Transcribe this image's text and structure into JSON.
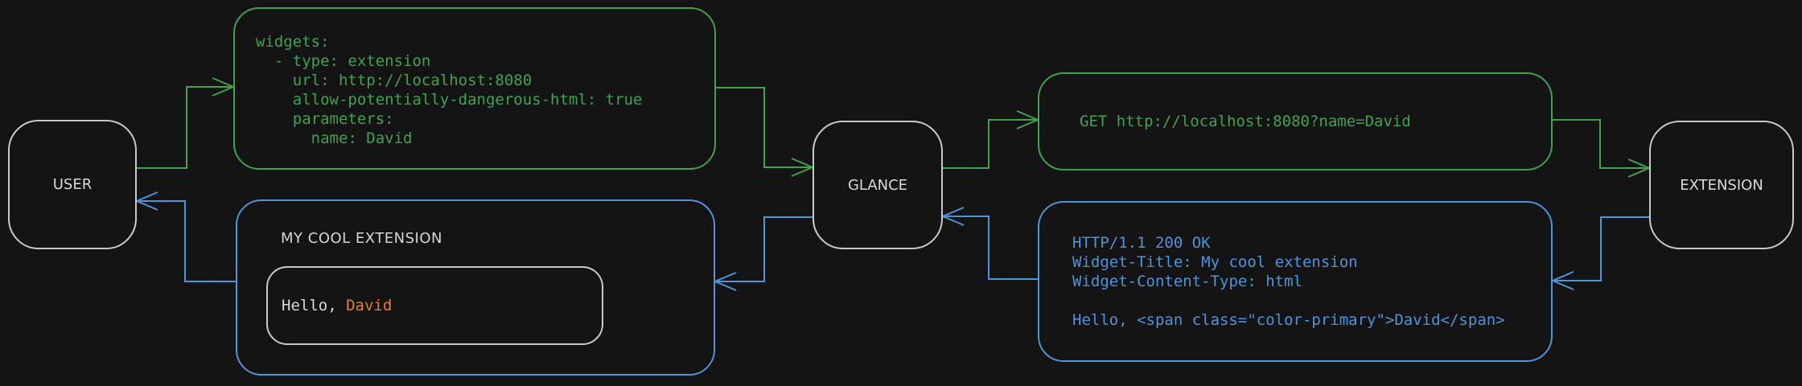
{
  "colors": {
    "background": "#141414",
    "request_green": "#3fa24e",
    "response_blue": "#4e94da",
    "node_border_gray": "#c9c9c9",
    "label_gray": "#d9d9d9",
    "accent_orange": "#e87d2e"
  },
  "nodes": {
    "user": {
      "label": "USER"
    },
    "glance": {
      "label": "GLANCE"
    },
    "extension": {
      "label": "EXTENSION"
    }
  },
  "boxes": {
    "config": {
      "code": "widgets:\n  - type: extension\n    url: http://localhost:8080\n    allow-potentially-dangerous-html: true\n    parameters:\n      name: David"
    },
    "request": {
      "code": "GET http://localhost:8080?name=David"
    },
    "response": {
      "code": "HTTP/1.1 200 OK\nWidget-Title: My cool extension\nWidget-Content-Type: html\n\nHello, <span class=\"color-primary\">David</span>"
    },
    "widget": {
      "title": "MY COOL EXTENSION",
      "greeting_prefix": "Hello, ",
      "greeting_name": "David"
    }
  }
}
